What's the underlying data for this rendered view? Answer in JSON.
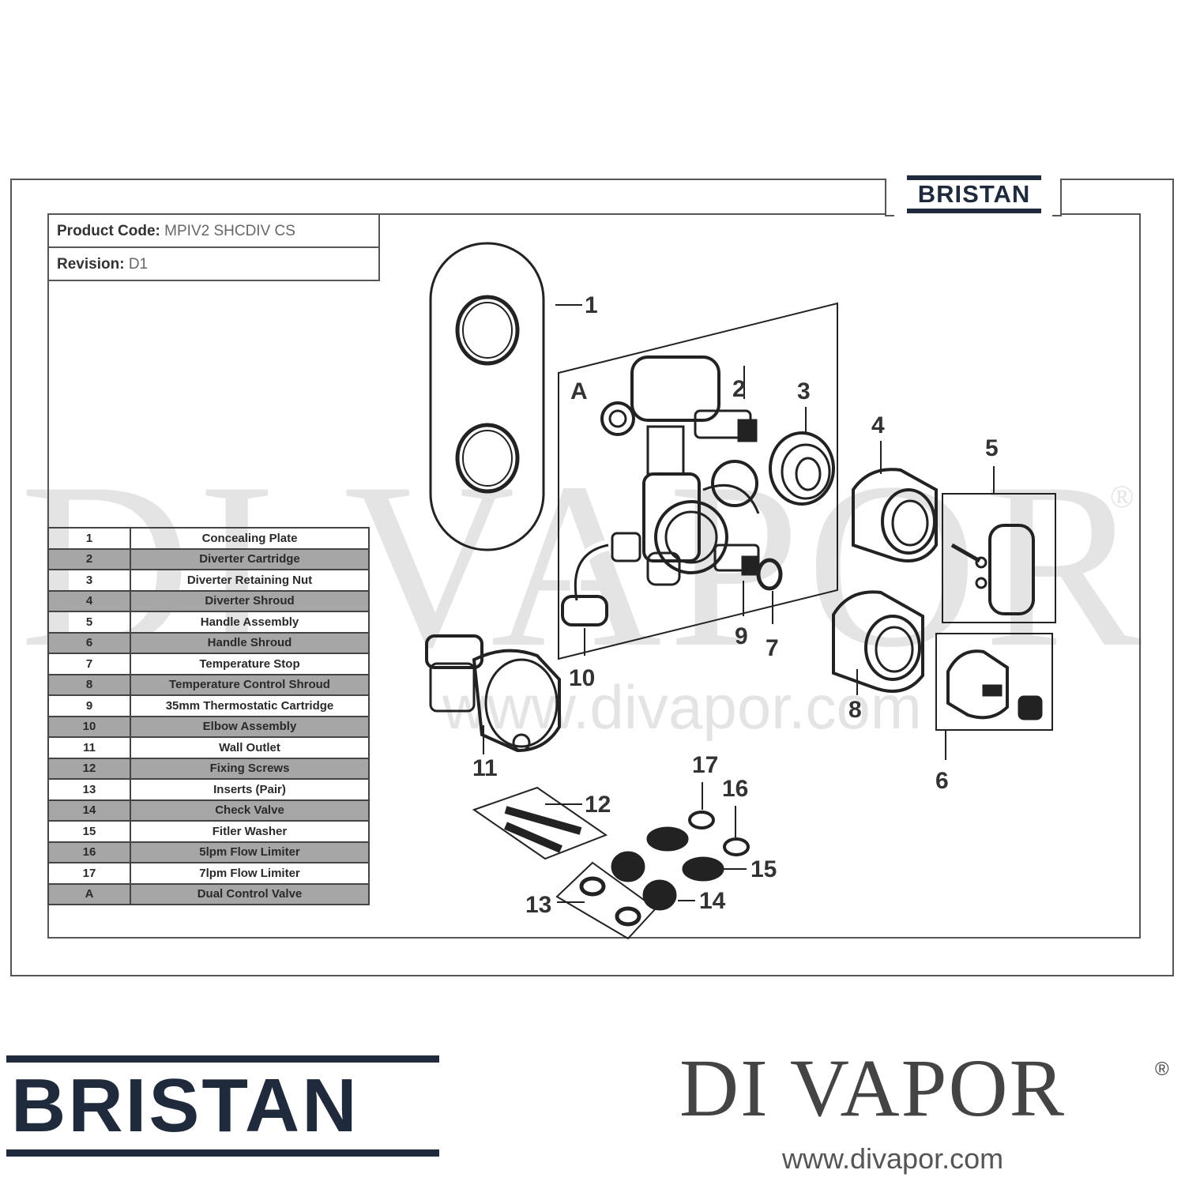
{
  "header": {
    "logo_text": "BRISTAN"
  },
  "info": {
    "product_code_label": "Product Code:",
    "product_code_value": "MPIV2 SHCDIV CS",
    "revision_label": "Revision:",
    "revision_value": "D1"
  },
  "parts": [
    {
      "num": "1",
      "name": "Concealing Plate"
    },
    {
      "num": "2",
      "name": "Diverter Cartridge"
    },
    {
      "num": "3",
      "name": "Diverter Retaining Nut"
    },
    {
      "num": "4",
      "name": "Diverter Shroud"
    },
    {
      "num": "5",
      "name": "Handle Assembly"
    },
    {
      "num": "6",
      "name": "Handle Shroud"
    },
    {
      "num": "7",
      "name": "Temperature Stop"
    },
    {
      "num": "8",
      "name": "Temperature Control Shroud"
    },
    {
      "num": "9",
      "name": "35mm Thermostatic Cartridge"
    },
    {
      "num": "10",
      "name": "Elbow Assembly"
    },
    {
      "num": "11",
      "name": "Wall Outlet"
    },
    {
      "num": "12",
      "name": "Fixing Screws"
    },
    {
      "num": "13",
      "name": "Inserts (Pair)"
    },
    {
      "num": "14",
      "name": "Check Valve"
    },
    {
      "num": "15",
      "name": "Fitler Washer"
    },
    {
      "num": "16",
      "name": "5lpm Flow Limiter"
    },
    {
      "num": "17",
      "name": "7lpm Flow Limiter"
    },
    {
      "num": "A",
      "name": "Dual Control Valve"
    }
  ],
  "callouts": {
    "c1": "1",
    "c2": "2",
    "c3": "3",
    "c4": "4",
    "c5": "5",
    "c6": "6",
    "c7": "7",
    "c8": "8",
    "c9": "9",
    "c10": "10",
    "c11": "11",
    "c12": "12",
    "c13": "13",
    "c14": "14",
    "c15": "15",
    "c16": "16",
    "c17": "17",
    "cA": "A"
  },
  "watermark": {
    "brand": "DI VAPOR",
    "url": "www.divapor.com",
    "reg": "®"
  },
  "footer": {
    "logo_text": "BRISTAN",
    "brand": "DI VAPOR",
    "reg": "®",
    "url": "www.divapor.com"
  }
}
